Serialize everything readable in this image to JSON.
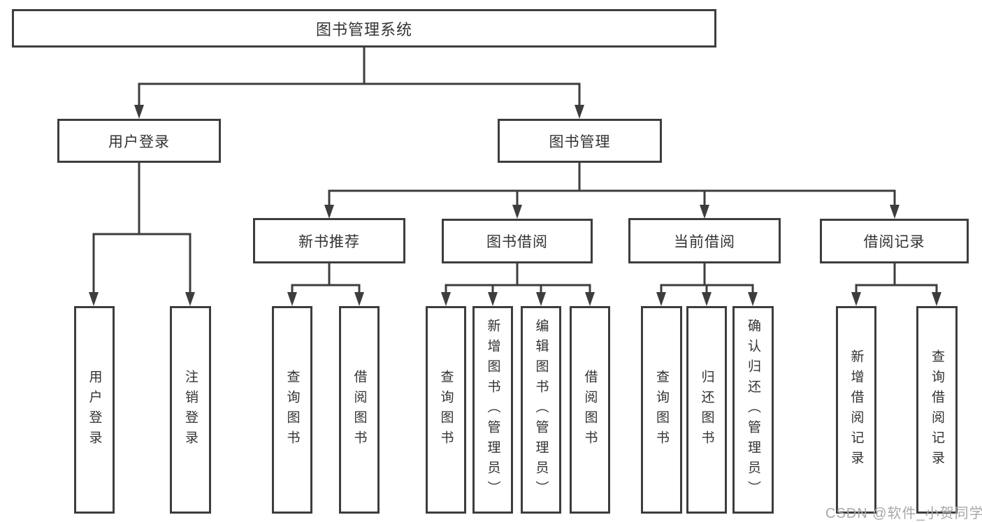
{
  "colors": {
    "line": "#3d3d3d",
    "box_border": "#3d3d3d",
    "text": "#333333",
    "watermark": "#a8a8a8",
    "background": "#ffffff"
  },
  "watermark": {
    "text": "CSDN @软件_小贺同学"
  },
  "diagram": {
    "type": "tree",
    "root": {
      "label": "图书管理系统",
      "children": [
        {
          "label": "用户登录",
          "children": [
            {
              "label": "用户登录"
            },
            {
              "label": "注销登录"
            }
          ]
        },
        {
          "label": "图书管理",
          "children": [
            {
              "label": "新书推荐",
              "children": [
                {
                  "label": "查询图书"
                },
                {
                  "label": "借阅图书"
                }
              ]
            },
            {
              "label": "图书借阅",
              "children": [
                {
                  "label": "查询图书"
                },
                {
                  "label": "新增图书（管理员）"
                },
                {
                  "label": "编辑图书（管理员）"
                },
                {
                  "label": "借阅图书"
                }
              ]
            },
            {
              "label": "当前借阅",
              "children": [
                {
                  "label": "查询图书"
                },
                {
                  "label": "归还图书"
                },
                {
                  "label": "确认归还（管理员）"
                }
              ]
            },
            {
              "label": "借阅记录",
              "children": [
                {
                  "label": "新增借阅记录"
                },
                {
                  "label": "查询借阅记录"
                }
              ]
            }
          ]
        }
      ]
    }
  }
}
